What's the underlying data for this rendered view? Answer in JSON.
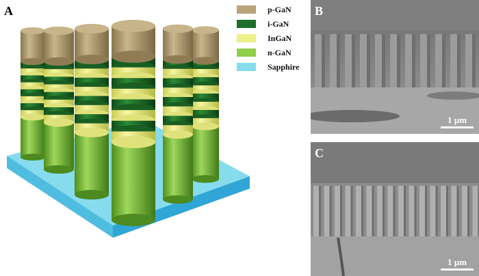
{
  "panel_a": {
    "letter": "A",
    "legend": [
      {
        "label": "p-GaN",
        "color": "#b8a478"
      },
      {
        "label": "i-GaN",
        "color": "#1e6f2a"
      },
      {
        "label": "InGaN",
        "color": "#eef08a"
      },
      {
        "label": "n-GaN",
        "color": "#8fcf4a"
      },
      {
        "label": "Sapphire",
        "color": "#86dcec"
      }
    ]
  },
  "panel_b": {
    "letter": "B",
    "scale_label": "1 µm"
  },
  "panel_c": {
    "letter": "C",
    "scale_label": "1 µm"
  },
  "colors": {
    "p_gan": "#b8a478",
    "i_gan": "#1e6f2a",
    "ingan": "#eef08a",
    "n_gan": "#8fcf4a",
    "sapphire_top": "#86dcec",
    "sapphire_side": "#2fa6d6",
    "sem_gray": "#8a8a8a"
  }
}
